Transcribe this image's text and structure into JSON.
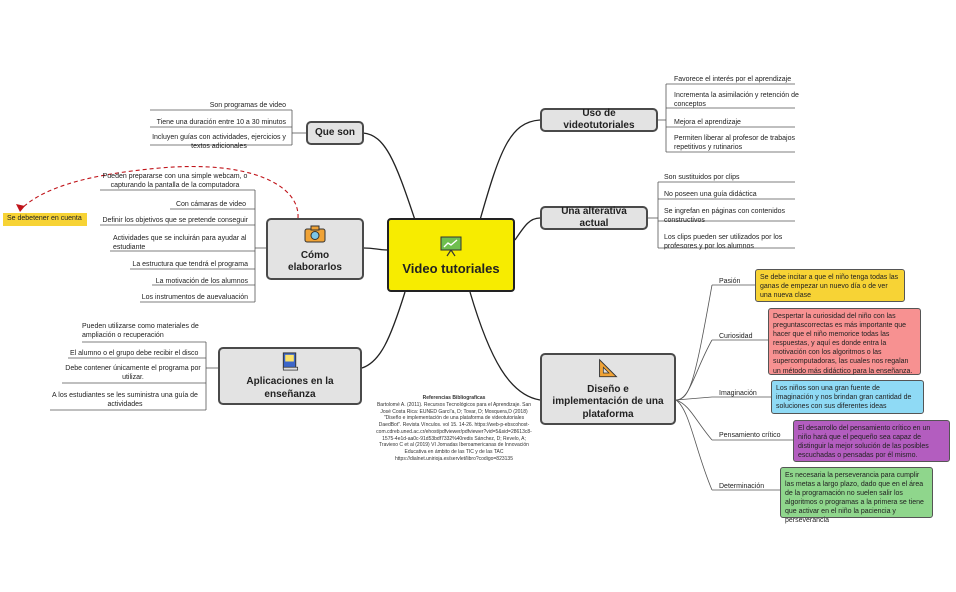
{
  "center": {
    "title": "Video tutoriales",
    "icon": "presentation-board-icon"
  },
  "que_son": {
    "title": "Que son",
    "items": [
      "Son programas de video",
      "Tiene una duración entre 10 a 30 minutos",
      "Incluyen guías con actividades, ejercicios y textos adicionales"
    ]
  },
  "como": {
    "title": "Cómo elaborarlos",
    "icon": "camera-icon",
    "items": [
      "Pueden prepararse con una simple webcam, o capturando la pantalla de la computadora",
      "Con cámaras de video",
      "Definir los objetivos que se pretende conseguir",
      "Actividades que se incluirán para ayudar al estudiante",
      "La estructura que tendrá el programa",
      "La motivación de los alumnos",
      "Los instrumentos de auevaluación"
    ],
    "callout": "Se debetener en cuenta"
  },
  "aplicaciones": {
    "title": "Aplicaciones en la enseñanza",
    "icon": "books-icon",
    "items": [
      "Pueden utilizarse como materiales de ampliación o recuperación",
      "El alumno o el grupo debe recibir el disco",
      "Debe contener únicamente el programa por utilizar.",
      "A los estudiantes se les suministra una guía de actividades"
    ]
  },
  "uso": {
    "title": "Uso de videotutoriales",
    "items": [
      "Favorece el interés por el aprendizaje",
      "Incrementa la asimilación y retención de conceptos",
      "Mejora el aprendizaje",
      "Permiten liberar al profesor de trabajos repetitivos y rutinarios"
    ]
  },
  "alternativa": {
    "title": "Una alterativa actual",
    "items": [
      "Son sustituidos por clips",
      "No poseen una guía didáctica",
      "Se ingrefan en páginas con contenidos constructivos",
      "Los clips pueden ser utilizados por los profesores y por los alumnos"
    ]
  },
  "diseno": {
    "title": "Diseño e implementación de una plataforma",
    "icon": "ruler-triangle-icon",
    "items": [
      {
        "label": "Pasión",
        "note": "Se debe incitar a que el niño tenga todas las ganas de empezar un nuevo día o de ver una nueva clase",
        "color": "#f7d335"
      },
      {
        "label": "Curiosidad",
        "note": "Despertar la curiosidad del niño con las preguntascorrectas es más importante que hacer que el niño memorice todas las respuestas, y aquí es donde entra la motivación con los algoritmos o las supercomputadoras, las cuales nos regalan un método más didáctico para la enseñanza.",
        "color": "#f79191"
      },
      {
        "label": "Imaginación",
        "note": "Los niños son una gran fuente de imaginación y nos brindan gran cantidad de soluciones con sus diferentes ideas",
        "color": "#8fdaf5"
      },
      {
        "label": "Pensamiento crítico",
        "note": "El desarrollo del pensamiento crítico en un niño hará que el pequeño sea capaz de distinguir la mejor solución de las posibles escuchadas o pensadas por él mismo.",
        "color": "#b35dbf"
      },
      {
        "label": "Determinación",
        "note": "Es necesaria la perseverancia para cumplir las metas a largo plazo, dado que en el área de la programación no suelen salir los algoritmos o programas a la primera se tiene que activar en el niño la paciencia y perseverancia",
        "color": "#8fd68c"
      }
    ]
  },
  "references": {
    "heading": "Referencias Bibliograficas",
    "text": "Bartolomé A. (2011). Recursos Tecnológicos para el Aprendizaje. San José Costa Rica: EUNED Garcí'a, D; Tovar, D; Mosquera,D (2018) \"Diseño e implementación de una plataforma de videotutoriales DaedBot\". Revista Vínculos. vol 15. 14-26. https://web-p-ebscohost-com.cdreb.uned.ac.cr/ehost/pdfviewer/pdfviewer?vid=5&sid=28613c8-1575-4e1d-aa0c-91d53bdf7332%40redis Sánchez, D; Revelo, A; Traviexo C et al (2019) VI Jornadas Iberoamericanas de Innovación Educativa en ámbito de las TIC y de las TAC https://dialnet.unirioja.es/servlet/libro?codigo=823135"
  }
}
